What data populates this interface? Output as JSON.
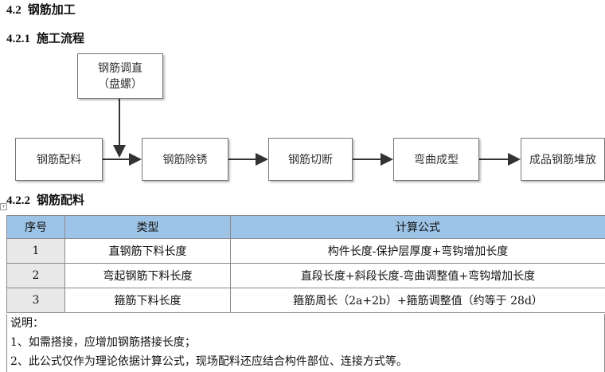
{
  "headings": {
    "section": {
      "num": "4.2",
      "title": "钢筋加工"
    },
    "process": {
      "num": "4.2.1",
      "title": "施工流程"
    },
    "batching": {
      "num": "4.2.2",
      "title": "钢筋配料"
    }
  },
  "flow": {
    "top_box": {
      "line1": "钢筋调直",
      "line2": "（盘螺）"
    },
    "steps": [
      "钢筋配料",
      "钢筋除锈",
      "钢筋切断",
      "弯曲成型",
      "成品钢筋堆放"
    ]
  },
  "table": {
    "headers": [
      "序号",
      "类型",
      "计算公式"
    ],
    "rows": [
      {
        "seq": "1",
        "type": "直钢筋下料长度",
        "formula": "构件长度-保护层厚度+弯钩增加长度"
      },
      {
        "seq": "2",
        "type": "弯起钢筋下料长度",
        "formula": "直段长度+斜段长度-弯曲调整值+弯钩增加长度"
      },
      {
        "seq": "3",
        "type": "箍筋下料长度",
        "formula": "箍筋周长（2a+2b）+箍筋调整值（约等于 28d）"
      }
    ],
    "notes": [
      "说明：",
      "1、如需搭接，应增加钢筋搭接长度；",
      "2、此公式仅作为理论依据计算公式，现场配料还应结合构件部位、连接方式等。"
    ]
  },
  "colors": {
    "header_bg": "#9dc3e6",
    "seq_bg": "#e8e8e8",
    "arrow": "#333333"
  }
}
